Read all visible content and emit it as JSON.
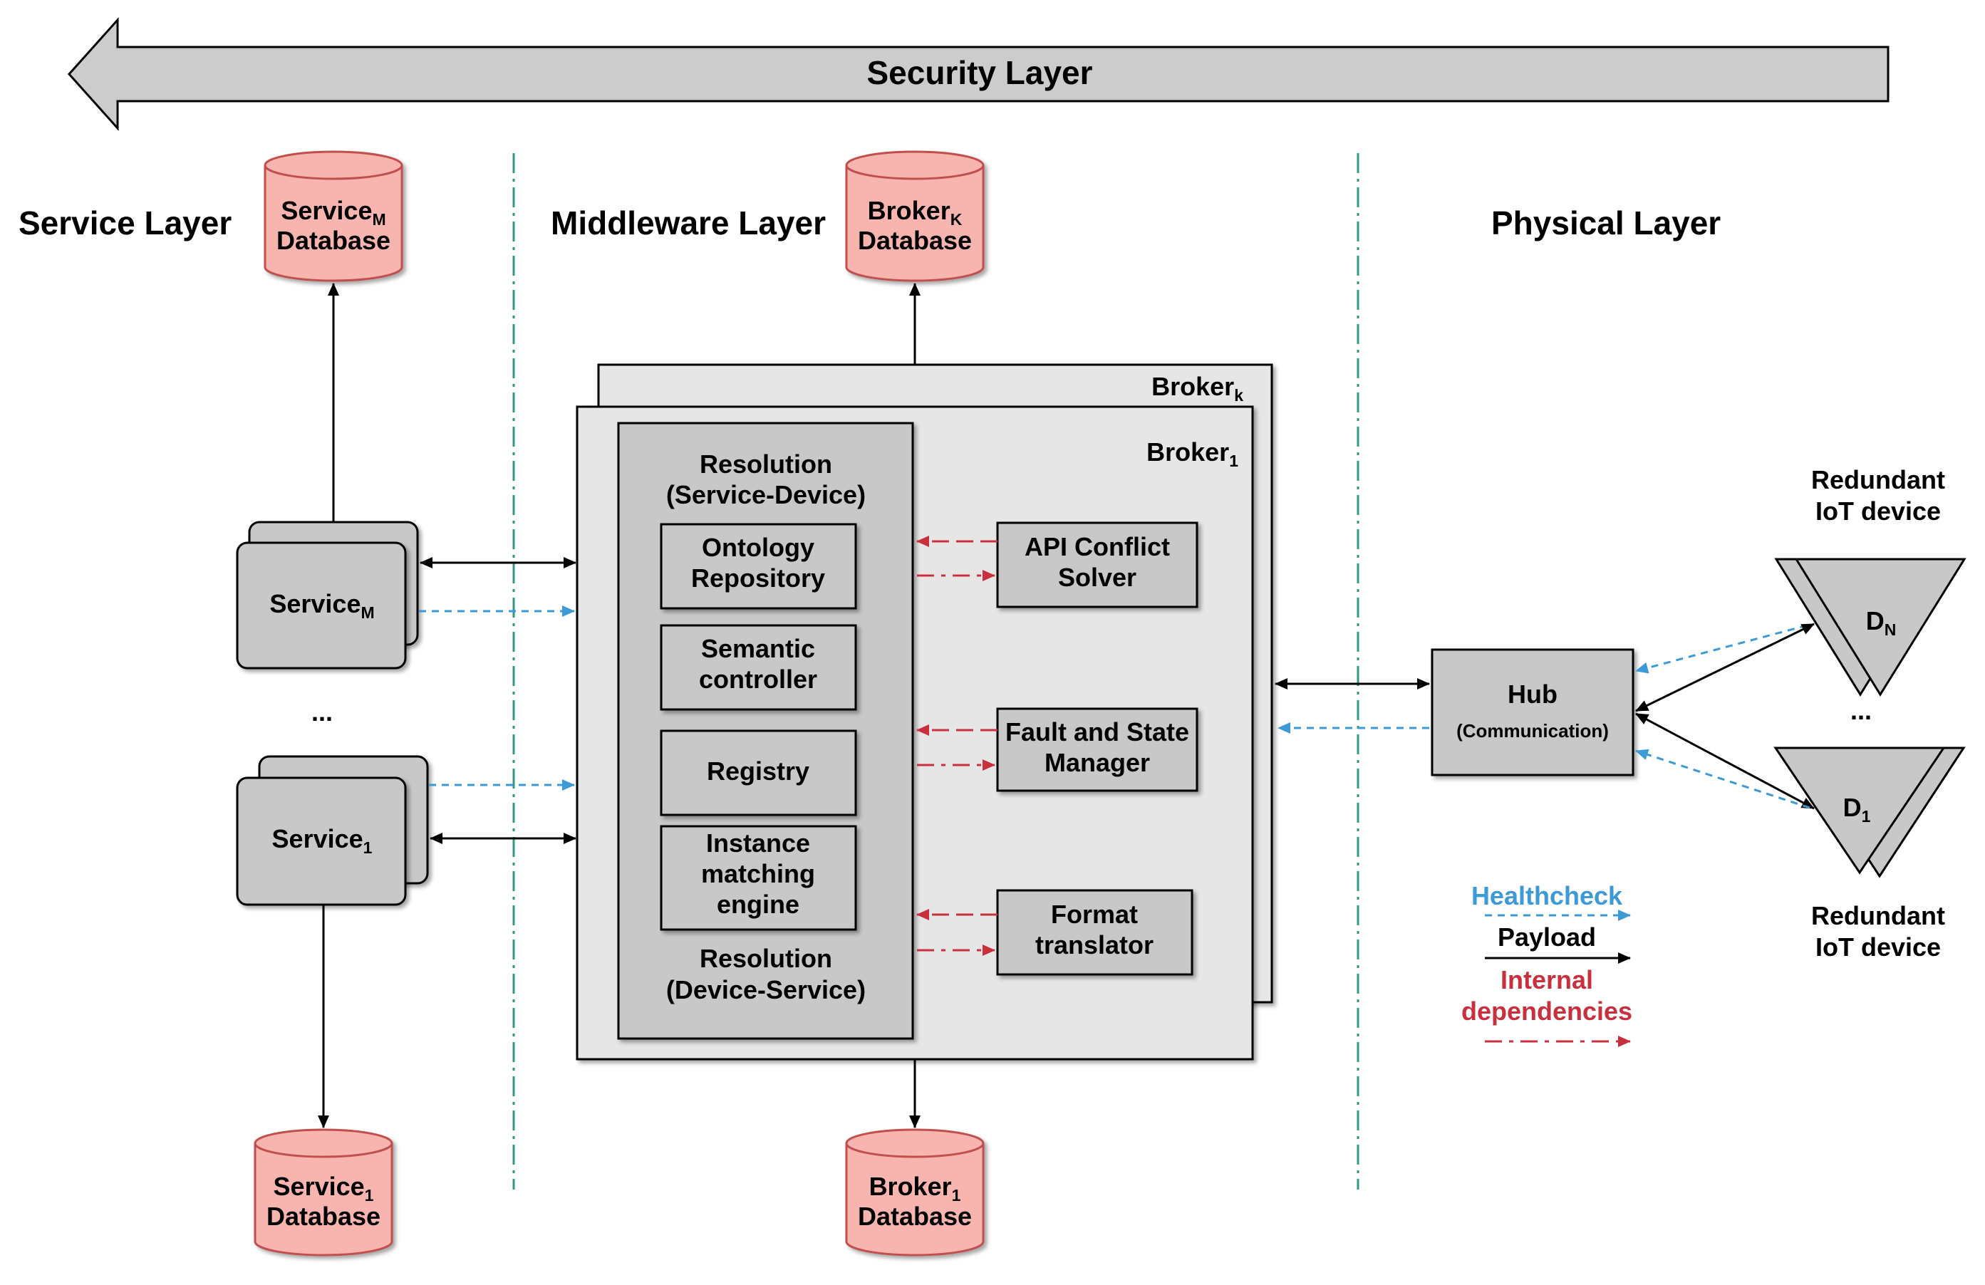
{
  "security_layer": "Security Layer",
  "layers": {
    "service": "Service Layer",
    "middleware": "Middleware Layer",
    "physical": "Physical Layer"
  },
  "databases": {
    "service_m": {
      "name": "Service",
      "sub": "M",
      "line2": "Database"
    },
    "broker_k": {
      "name": "Broker",
      "sub": "K",
      "line2": "Database"
    },
    "service_1": {
      "name": "Service",
      "sub": "1",
      "line2": "Database"
    },
    "broker_1": {
      "name": "Broker",
      "sub": "1",
      "line2": "Database"
    }
  },
  "services": {
    "service_m": {
      "name": "Service",
      "sub": "M"
    },
    "service_1": {
      "name": "Service",
      "sub": "1"
    },
    "ellipsis": "..."
  },
  "brokers": {
    "broker_k": {
      "name": "Broker",
      "sub": "k"
    },
    "broker_1": {
      "name": "Broker",
      "sub": "1"
    }
  },
  "resolution": {
    "top_line1": "Resolution",
    "top_line2": "(Service-Device)",
    "bottom_line1": "Resolution",
    "bottom_line2": "(Device-Service)"
  },
  "components": {
    "ontology_line1": "Ontology",
    "ontology_line2": "Repository",
    "semantic_line1": "Semantic",
    "semantic_line2": "controller",
    "registry": "Registry",
    "instance_line1": "Instance",
    "instance_line2": "matching",
    "instance_line3": "engine"
  },
  "managers": {
    "api_line1": "API Conflict",
    "api_line2": "Solver",
    "fault_line1": "Fault and State",
    "fault_line2": "Manager",
    "format_line1": "Format",
    "format_line2": "translator"
  },
  "hub": {
    "title": "Hub",
    "subtitle": "(Communication)"
  },
  "devices": {
    "dn": {
      "name": "D",
      "sub": "N"
    },
    "d1": {
      "name": "D",
      "sub": "1"
    },
    "ellipsis": "...",
    "top_label_line1": "Redundant",
    "top_label_line2": "IoT device",
    "bottom_label_line1": "Redundant",
    "bottom_label_line2": "IoT device"
  },
  "legend": {
    "healthcheck": "Healthcheck",
    "payload": "Payload",
    "internal_line1": "Internal",
    "internal_line2": "dependencies"
  },
  "colors": {
    "database_fill": "#f8b4ae",
    "database_stroke": "#c0504d",
    "healthcheck": "#3c9ad6",
    "internal": "#c8303e",
    "divider": "#2f9a82",
    "box_fill": "#c8c8c8",
    "broker_fill": "#e6e6e6",
    "arrow_fill": "#cccccc"
  }
}
